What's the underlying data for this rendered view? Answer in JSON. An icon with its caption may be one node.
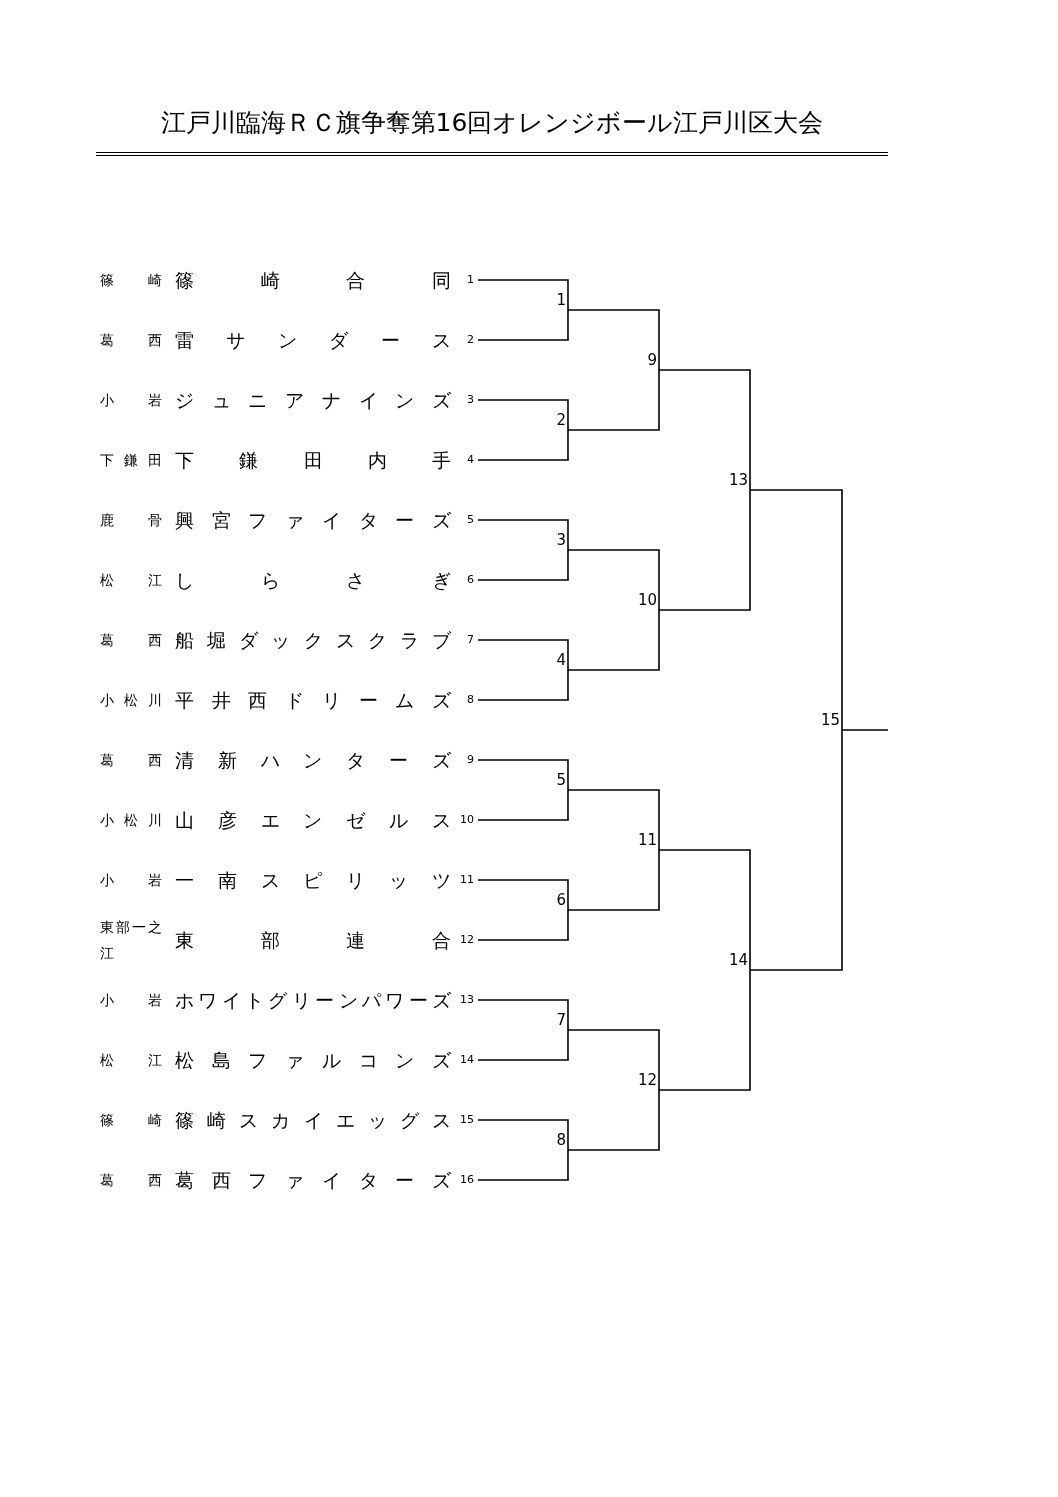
{
  "diagram": {
    "title": "江戸川臨海ＲＣ旗争奪第16回オレンジボール江戸川区大会",
    "nodes": [
      {
        "text": [
          "篠崎合同"
        ],
        "beside": [
          "篠崎",
          "1"
        ]
      },
      {
        "text": [
          "雷サンダース"
        ],
        "beside": [
          "葛西",
          "2"
        ]
      },
      {
        "text": [
          "ジュニアナインズ"
        ],
        "beside": [
          "小岩",
          "3"
        ]
      },
      {
        "text": [
          "下鎌田内手"
        ],
        "beside": [
          "下鎌田",
          "4"
        ]
      },
      {
        "text": [
          "興宮ファイターズ"
        ],
        "beside": [
          "鹿骨",
          "5"
        ]
      },
      {
        "text": [
          "しらさぎ"
        ],
        "beside": [
          "松江",
          "6"
        ]
      },
      {
        "text": [
          "船堀ダックスクラブ"
        ],
        "beside": [
          "葛西",
          "7"
        ]
      },
      {
        "text": [
          "平井西ドリームズ"
        ],
        "beside": [
          "小松川",
          "8"
        ]
      },
      {
        "text": [
          "清新ハンターズ"
        ],
        "beside": [
          "葛西",
          "9"
        ]
      },
      {
        "text": [
          "山彦エンゼルス"
        ],
        "beside": [
          "小松川",
          "10"
        ]
      },
      {
        "text": [
          "一南スピリッツ"
        ],
        "beside": [
          "小岩",
          "11"
        ]
      },
      {
        "text": [
          "東部連合"
        ],
        "beside": [
          "東部一之江",
          "12"
        ]
      },
      {
        "text": [
          "ホワイトグリーンパワーズ"
        ],
        "beside": [
          "小岩",
          "13"
        ]
      },
      {
        "text": [
          "松島ファルコンズ"
        ],
        "beside": [
          "松江",
          "14"
        ]
      },
      {
        "text": [
          "篠崎スカイエッグス"
        ],
        "beside": [
          "篠崎",
          "15"
        ]
      },
      {
        "text": [
          "葛西ファイターズ"
        ],
        "beside": [
          "葛西",
          "16"
        ]
      },
      {
        "text": [
          "1"
        ]
      },
      {
        "text": [
          "2"
        ]
      },
      {
        "text": [
          "3"
        ]
      },
      {
        "text": [
          "4"
        ]
      },
      {
        "text": [
          "5"
        ]
      },
      {
        "text": [
          "6"
        ]
      },
      {
        "text": [
          "7"
        ]
      },
      {
        "text": [
          "8"
        ]
      },
      {
        "text": [
          "9"
        ]
      },
      {
        "text": [
          "10"
        ]
      },
      {
        "text": [
          "11"
        ]
      },
      {
        "text": [
          "12"
        ]
      },
      {
        "text": [
          "13"
        ]
      },
      {
        "text": [
          "14"
        ]
      },
      {
        "text": [
          "15"
        ]
      }
    ],
    "edges": [
      {
        "from": 0,
        "to": 16,
        "arrow": "none"
      },
      {
        "from": 1,
        "to": 16,
        "arrow": "none"
      },
      {
        "from": 2,
        "to": 17,
        "arrow": "none"
      },
      {
        "from": 3,
        "to": 17,
        "arrow": "none"
      },
      {
        "from": 4,
        "to": 18,
        "arrow": "none"
      },
      {
        "from": 5,
        "to": 18,
        "arrow": "none"
      },
      {
        "from": 6,
        "to": 19,
        "arrow": "none"
      },
      {
        "from": 7,
        "to": 19,
        "arrow": "none"
      },
      {
        "from": 8,
        "to": 20,
        "arrow": "none"
      },
      {
        "from": 9,
        "to": 20,
        "arrow": "none"
      },
      {
        "from": 10,
        "to": 21,
        "arrow": "none"
      },
      {
        "from": 11,
        "to": 21,
        "arrow": "none"
      },
      {
        "from": 12,
        "to": 22,
        "arrow": "none"
      },
      {
        "from": 13,
        "to": 22,
        "arrow": "none"
      },
      {
        "from": 14,
        "to": 23,
        "arrow": "none"
      },
      {
        "from": 15,
        "to": 23,
        "arrow": "none"
      },
      {
        "from": 16,
        "to": 24,
        "arrow": "none"
      },
      {
        "from": 17,
        "to": 24,
        "arrow": "none"
      },
      {
        "from": 18,
        "to": 25,
        "arrow": "none"
      },
      {
        "from": 19,
        "to": 25,
        "arrow": "none"
      },
      {
        "from": 20,
        "to": 26,
        "arrow": "none"
      },
      {
        "from": 21,
        "to": 26,
        "arrow": "none"
      },
      {
        "from": 22,
        "to": 27,
        "arrow": "none"
      },
      {
        "from": 23,
        "to": 27,
        "arrow": "none"
      },
      {
        "from": 24,
        "to": 28,
        "arrow": "none"
      },
      {
        "from": 25,
        "to": 28,
        "arrow": "none"
      },
      {
        "from": 26,
        "to": 29,
        "arrow": "none"
      },
      {
        "from": 27,
        "to": 29,
        "arrow": "none"
      },
      {
        "from": 28,
        "to": 30,
        "arrow": "none"
      },
      {
        "from": 29,
        "to": 30,
        "arrow": "none"
      },
      {
        "from": 30,
        "to": null,
        "arrow": "none"
      }
    ]
  }
}
